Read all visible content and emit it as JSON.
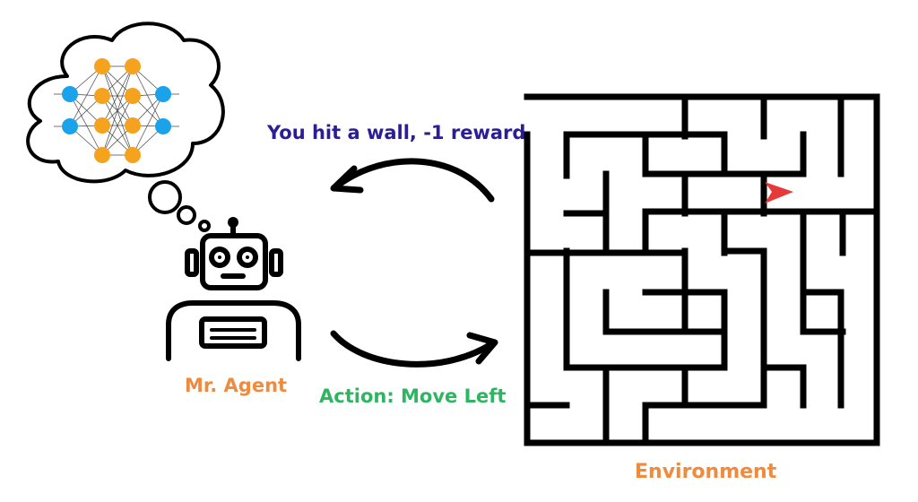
{
  "labels": {
    "feedback": "You hit a wall, -1 reward",
    "action": "Action: Move Left",
    "agent": "Mr. Agent",
    "environment": "Environment"
  },
  "colors": {
    "feedback": "#2a1d96",
    "action": "#2db562",
    "agent": "#f08a3c",
    "environment": "#f08a3c",
    "neuron_input_output": "#1aa3ea",
    "neuron_hidden": "#f5a21e",
    "agent_marker": "#e63a3a",
    "ink": "#000000"
  },
  "icons": {
    "robot": "robot-icon",
    "thought_bubble": "thought-bubble-icon",
    "neural_network": "neural-network-icon",
    "maze": "maze-icon",
    "agent_marker": "triangle-pointer-icon"
  }
}
